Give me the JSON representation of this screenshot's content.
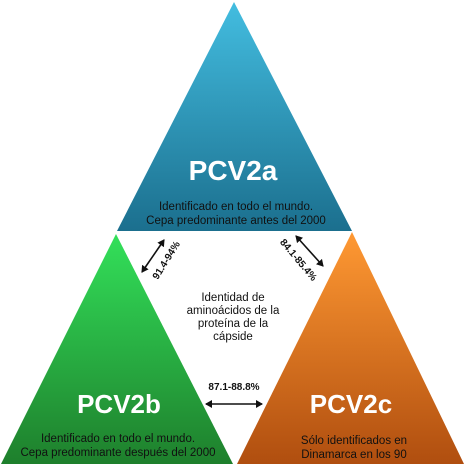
{
  "triangles": {
    "pcv2a": {
      "title": "PCV2a",
      "desc_line1": "Identificado en todo el mundo.",
      "desc_line2": "Cepa predominante antes del 2000",
      "color_light": "#43bde0",
      "color_dark": "#1b6f8e"
    },
    "pcv2b": {
      "title": "PCV2b",
      "desc_line1": "Identificado en todo el mundo.",
      "desc_line2": "Cepa predominante después del 2000",
      "color_light": "#33e05a",
      "color_dark": "#1e7f2c"
    },
    "pcv2c": {
      "title": "PCV2c",
      "desc_line1": "Sólo identificados en",
      "desc_line2": "Dinamarca en los 90",
      "color_light": "#ff9933",
      "color_dark": "#b04e0f"
    }
  },
  "center": {
    "line1": "Identidad de",
    "line2": "aminoácidos de la",
    "line3": "proteína de la",
    "line4": "cápside"
  },
  "identity": {
    "a_b": "91.4-94%",
    "a_c": "84.1-85.4%",
    "b_c": "87.1-88.8%"
  }
}
